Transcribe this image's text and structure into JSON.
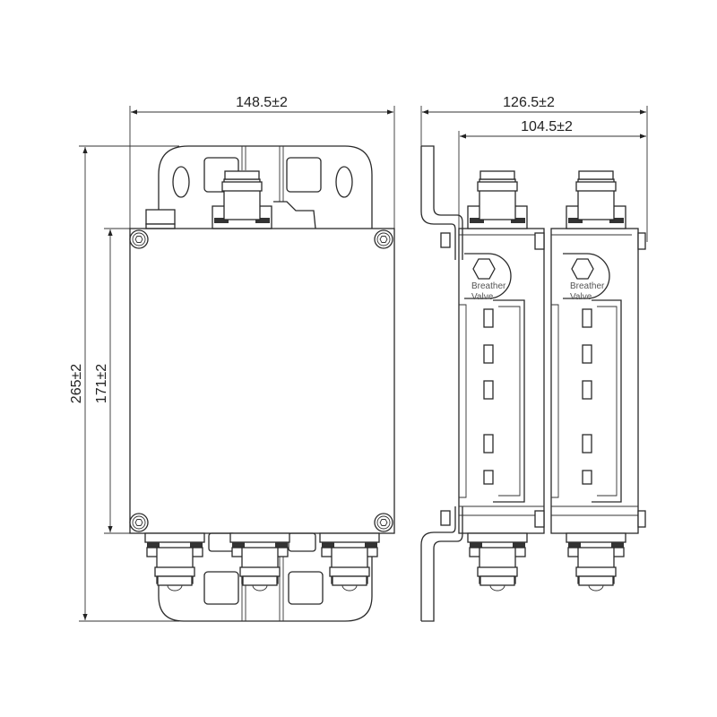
{
  "front_view": {
    "width_dimension": "148.5±2",
    "overall_height_dimension": "265±2",
    "body_height_dimension": "171±2"
  },
  "side_view": {
    "overall_depth_dimension": "126.5±2",
    "body_depth_dimension": "104.5±2",
    "modules": [
      {
        "label_line1": "Breather",
        "label_line2": "Valve"
      },
      {
        "label_line1": "Breather",
        "label_line2": "Valve"
      }
    ]
  }
}
